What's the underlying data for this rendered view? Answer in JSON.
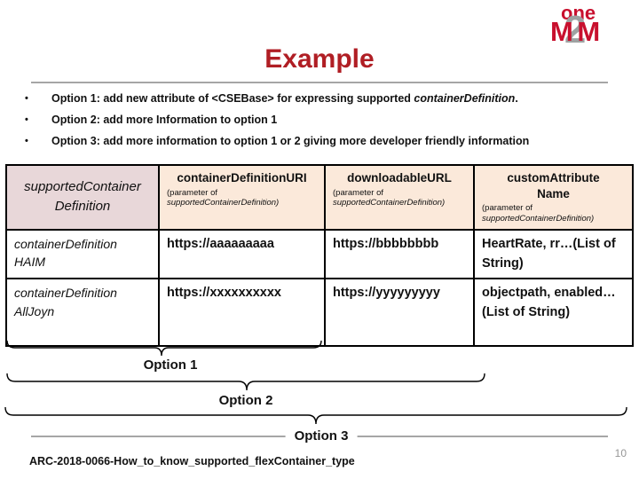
{
  "slide": {
    "title": "Example",
    "footer_text": "ARC-2018-0066-How_to_know_supported_flexContainer_type",
    "page_number": "10"
  },
  "logo": {
    "line1": "one",
    "m1": "M",
    "digit": "2",
    "m2": "M"
  },
  "bullets": [
    {
      "prefix": "Option 1: add new attribute of <CSEBase> for expressing supported ",
      "emphasis": "containerDefinition",
      "suffix": "."
    },
    {
      "prefix": "Option 2: add more Information to option 1",
      "emphasis": "",
      "suffix": ""
    },
    {
      "prefix": "Option 3: add more information to option 1 or 2 giving more developer friendly information",
      "emphasis": "",
      "suffix": ""
    }
  ],
  "table": {
    "columns": [
      {
        "title": "supportedContainer Definition",
        "sub_prefix": "",
        "sub_name": ""
      },
      {
        "title": "containerDefinitionURI",
        "sub_prefix": "(parameter of ",
        "sub_name": "supportedContainerDefinition)"
      },
      {
        "title": "downloadableURL",
        "sub_prefix": "(parameter of ",
        "sub_name": "supportedContainerDefinition)"
      },
      {
        "title": "customAttribute Name",
        "sub_prefix": "(parameter of ",
        "sub_name": "supportedContainerDefinition)"
      }
    ],
    "rows": [
      {
        "c0": "containerDefinition HAIM",
        "c1": "https://aaaaaaaaa",
        "c2": "https://bbbbbbbb",
        "c3": "HeartRate, rr…(List of String)"
      },
      {
        "c0": "containerDefinition AllJoyn",
        "c1": "https://xxxxxxxxxx",
        "c2": "https://yyyyyyyyy",
        "c3": "objectpath, enabled…(List of String)"
      }
    ]
  },
  "braces": {
    "option1": "Option 1",
    "option2": "Option 2",
    "option3": "Option 3"
  },
  "colors": {
    "title_red": "#b01e24",
    "logo_red": "#c8102e",
    "logo_gray": "#9ea2a2",
    "header_pink": "#e8d7d9",
    "header_peach": "#fbe9da",
    "divider_gray": "#a6a6a6",
    "page_number_gray": "#969696",
    "table_border": "#000000"
  }
}
